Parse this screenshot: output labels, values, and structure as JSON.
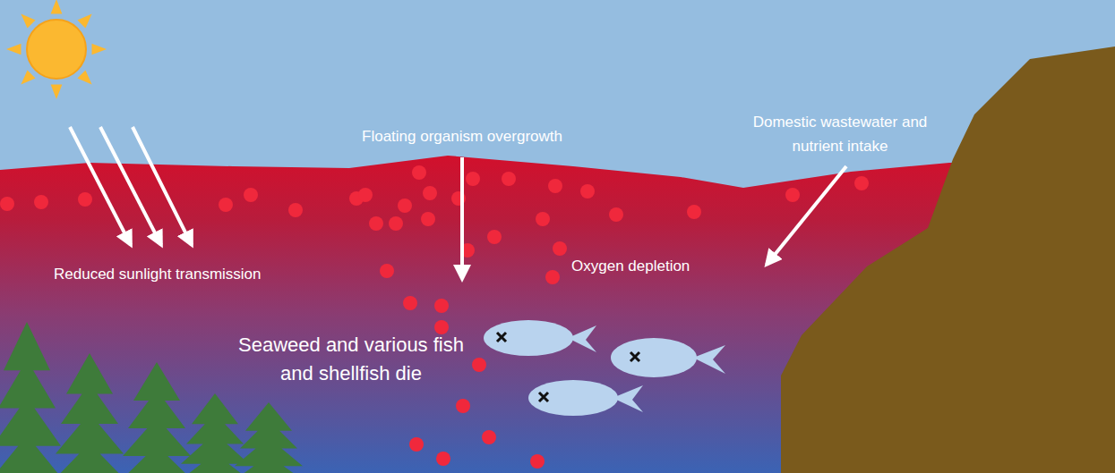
{
  "diagram": {
    "labels": [
      "Floating organism overgrowth",
      "Domestic wastewater and nutrient intake",
      "Reduced sunlight transmission",
      "Oxygen depletion",
      "Seaweed and various fish and shellfish die"
    ]
  }
}
